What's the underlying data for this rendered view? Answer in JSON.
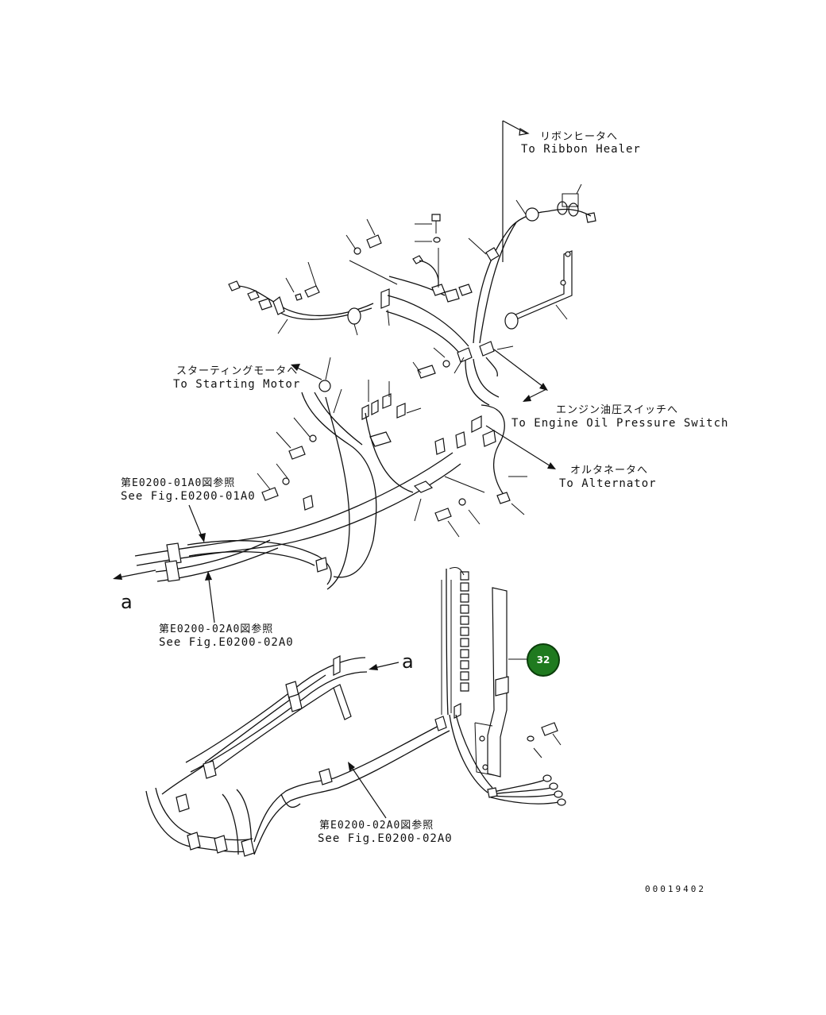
{
  "labels": {
    "ribbon_heater_jp": "リボンヒータへ",
    "ribbon_heater_en": "To Ribbon Healer",
    "starting_motor_jp": "スターティングモータへ",
    "starting_motor_en": "To Starting Motor",
    "engine_oil_jp": "エンジン油圧スイッチへ",
    "engine_oil_en": "To Engine Oil Pressure Switch",
    "alternator_jp": "オルタネータへ",
    "alternator_en": "To Alternator",
    "see_fig_01_jp": "第E0200-01A0図参照",
    "see_fig_01_en": "See Fig.E0200-01A0",
    "see_fig_02a_jp": "第E0200-02A0図参照",
    "see_fig_02a_en": "See Fig.E0200-02A0",
    "see_fig_02b_jp": "第E0200-02A0図参照",
    "see_fig_02b_en": "See Fig.E0200-02A0",
    "connector_a_left": "a",
    "connector_a_right": "a",
    "drawing_number": "00019402"
  },
  "callouts": [
    {
      "id": "32",
      "color": "#1f7a1f"
    }
  ]
}
